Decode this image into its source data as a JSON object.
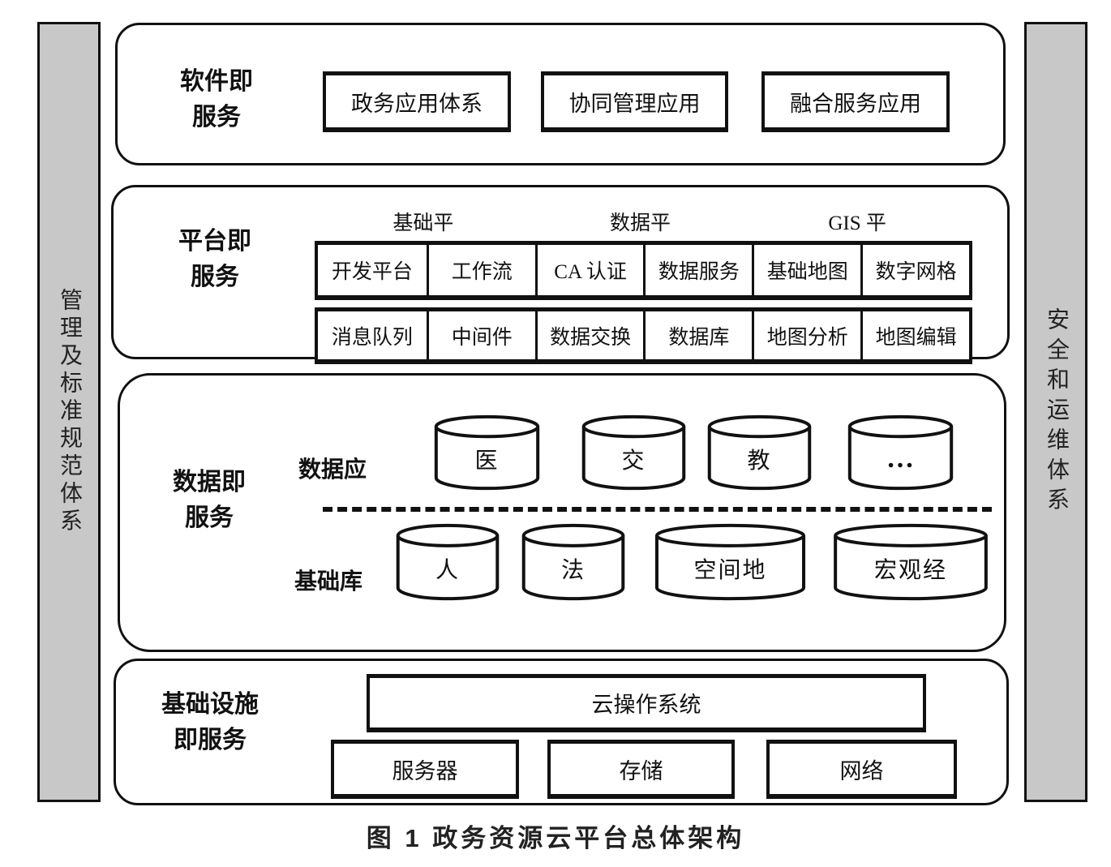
{
  "figure": {
    "caption": "图 1  政务资源云平台总体架构"
  },
  "side_bars": {
    "left_label": "管理及标准规范体系",
    "right_label": "安全和运维体系"
  },
  "saas": {
    "title": "软件即\n服务",
    "boxes": [
      "政务应用体系",
      "协同管理应用",
      "融合服务应用"
    ]
  },
  "paas": {
    "title": "平台即\n服务",
    "headers": [
      "基础平",
      "数据平",
      "GIS 平"
    ],
    "row1": [
      "开发平台",
      "工作流",
      "CA 认证",
      "数据服务",
      "基础地图",
      "数字网格"
    ],
    "row2": [
      "消息队列",
      "中间件",
      "数据交换",
      "数据库",
      "地图分析",
      "地图编辑"
    ]
  },
  "daas": {
    "title": "数据即\n服务",
    "app_label": "数据应",
    "app_dbs": [
      "医",
      "交",
      "教",
      "…"
    ],
    "base_label": "基础库",
    "base_dbs": [
      "人",
      "法",
      "空间地",
      "宏观经"
    ]
  },
  "iaas": {
    "title": "基础设施\n即服务",
    "os_box": "云操作系统",
    "boxes": [
      "服务器",
      "存储",
      "网络"
    ]
  },
  "colors": {
    "line": "#111111",
    "bar_fill": "#c8c8c8",
    "background": "#ffffff"
  }
}
